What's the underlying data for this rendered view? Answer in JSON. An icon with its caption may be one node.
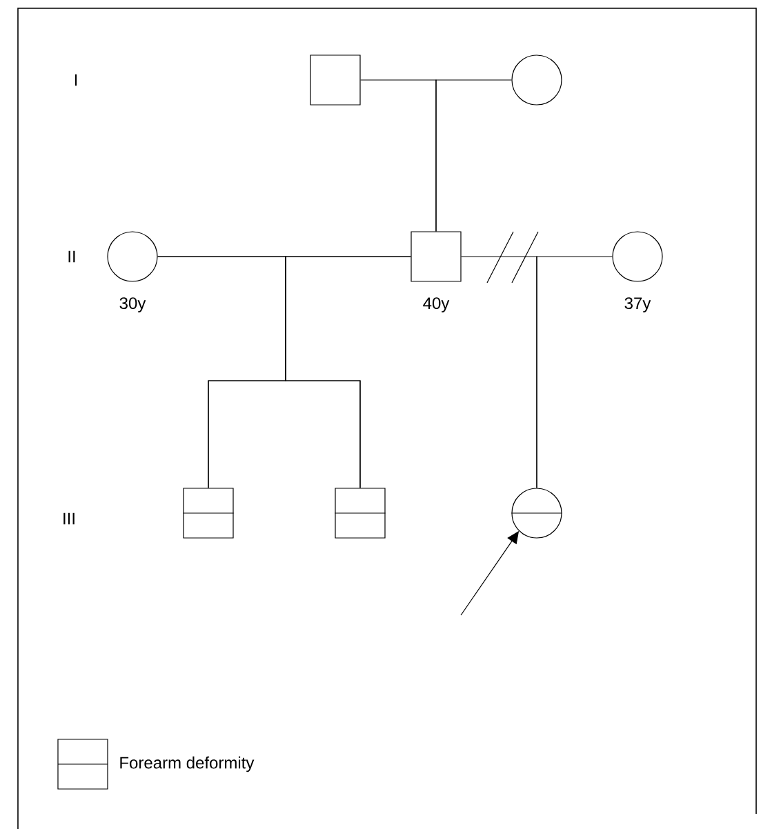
{
  "diagram": {
    "nodes": [
      {
        "text": [],
        "shape": "box"
      },
      {
        "text": [],
        "shape": "circle"
      },
      {
        "text": [],
        "shape": "circle",
        "beside": [
          "30y"
        ]
      },
      {
        "text": [],
        "shape": "box",
        "beside": [
          "40y"
        ]
      },
      {
        "text": [],
        "shape": "circle",
        "beside": [
          "37y"
        ]
      },
      {
        "text": [],
        "shape": "box"
      },
      {
        "text": [],
        "shape": "box"
      },
      {
        "text": [],
        "shape": "circle"
      }
    ],
    "edges": [
      {
        "from": 0,
        "to": 3,
        "arrow": "none"
      },
      {
        "from": 1,
        "to": 3,
        "arrow": "none"
      },
      {
        "from": 2,
        "to": 5,
        "arrow": "none"
      },
      {
        "from": 2,
        "to": 6,
        "arrow": "none"
      },
      {
        "from": 3,
        "to": 5,
        "arrow": "none"
      },
      {
        "from": 3,
        "to": 6,
        "arrow": "none"
      },
      {
        "from": 3,
        "to": 7,
        "arrow": "none"
      },
      {
        "from": 4,
        "to": 7,
        "arrow": "none"
      },
      {
        "from": null,
        "to": 7,
        "arrow": "to"
      }
    ],
    "labels": [
      "I",
      "II",
      "III"
    ],
    "legend": [
      {
        "text": "Forearm deformity"
      }
    ]
  }
}
